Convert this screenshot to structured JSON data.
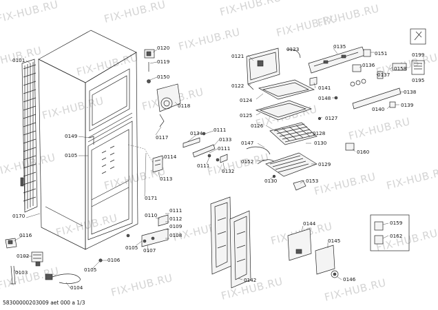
{
  "watermark": "FIX-HUB.RU",
  "footer_text": "58300000203009 aet 000 a 1/3",
  "labels": {
    "p0101": "0101",
    "p0102": "0102",
    "p0103": "0103",
    "p0104": "0104",
    "p0105": "0105",
    "p0106": "0106",
    "p0107": "0107",
    "p0108": "0108",
    "p0109": "0109",
    "p0110": "0110",
    "p0111": "0111",
    "p0112": "0112",
    "p0113": "0113",
    "p0114": "0114",
    "p0116": "0116",
    "p0117": "0117",
    "p0118": "0118",
    "p0119": "0119",
    "p0120": "0120",
    "p0121": "0121",
    "p0122": "0122",
    "p0123": "0123",
    "p0124": "0124",
    "p0125": "0125",
    "p0126": "0126",
    "p0127": "0127",
    "p0128": "0128",
    "p0129": "0129",
    "p0130": "0130",
    "p0132": "0132",
    "p0133": "0133",
    "p0134": "0134",
    "p0135": "0135",
    "p0136": "0136",
    "p0137": "0137",
    "p0138": "0138",
    "p0139": "0139",
    "p0140": "0140",
    "p0141": "0141",
    "p0142": "0142",
    "p0144": "0144",
    "p0145": "0145",
    "p0146": "0146",
    "p0147": "0147",
    "p0148": "0148",
    "p0149": "0149",
    "p0150": "0150",
    "p0151": "0151",
    "p0152": "0152",
    "p0153": "0153",
    "p0158": "0158",
    "p0159": "0159",
    "p0160": "0160",
    "p0162": "0162",
    "p0170": "0170",
    "p0171": "0171",
    "p0195": "0195",
    "p0199": "0199"
  }
}
